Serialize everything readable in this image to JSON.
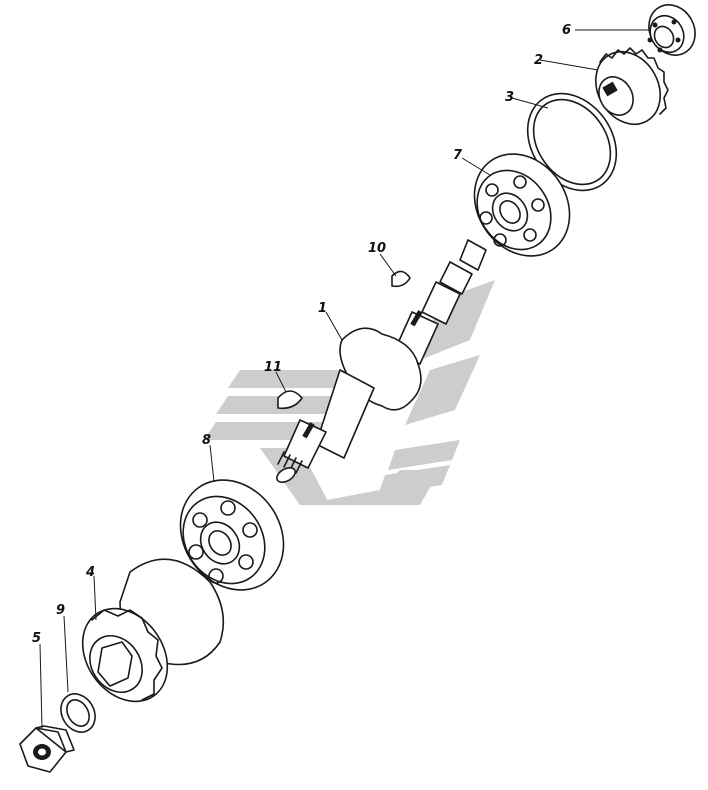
{
  "watermark": {
    "color": "#c8c8c8"
  },
  "ink_color": "#1a1a1a",
  "parts": [
    {
      "number": "1",
      "part": "shaft"
    },
    {
      "number": "2",
      "part": "ratchet-gear"
    },
    {
      "number": "3",
      "part": "ring"
    },
    {
      "number": "4",
      "part": "ratchet-clutch"
    },
    {
      "number": "5",
      "part": "hex-nut"
    },
    {
      "number": "6",
      "part": "small-bearing"
    },
    {
      "number": "7",
      "part": "ball-bearing-upper"
    },
    {
      "number": "8",
      "part": "ball-bearing-lower"
    },
    {
      "number": "9",
      "part": "spring-washer"
    },
    {
      "number": "10",
      "part": "woodruff-key-upper"
    },
    {
      "number": "11",
      "part": "woodruff-key-lower"
    }
  ]
}
